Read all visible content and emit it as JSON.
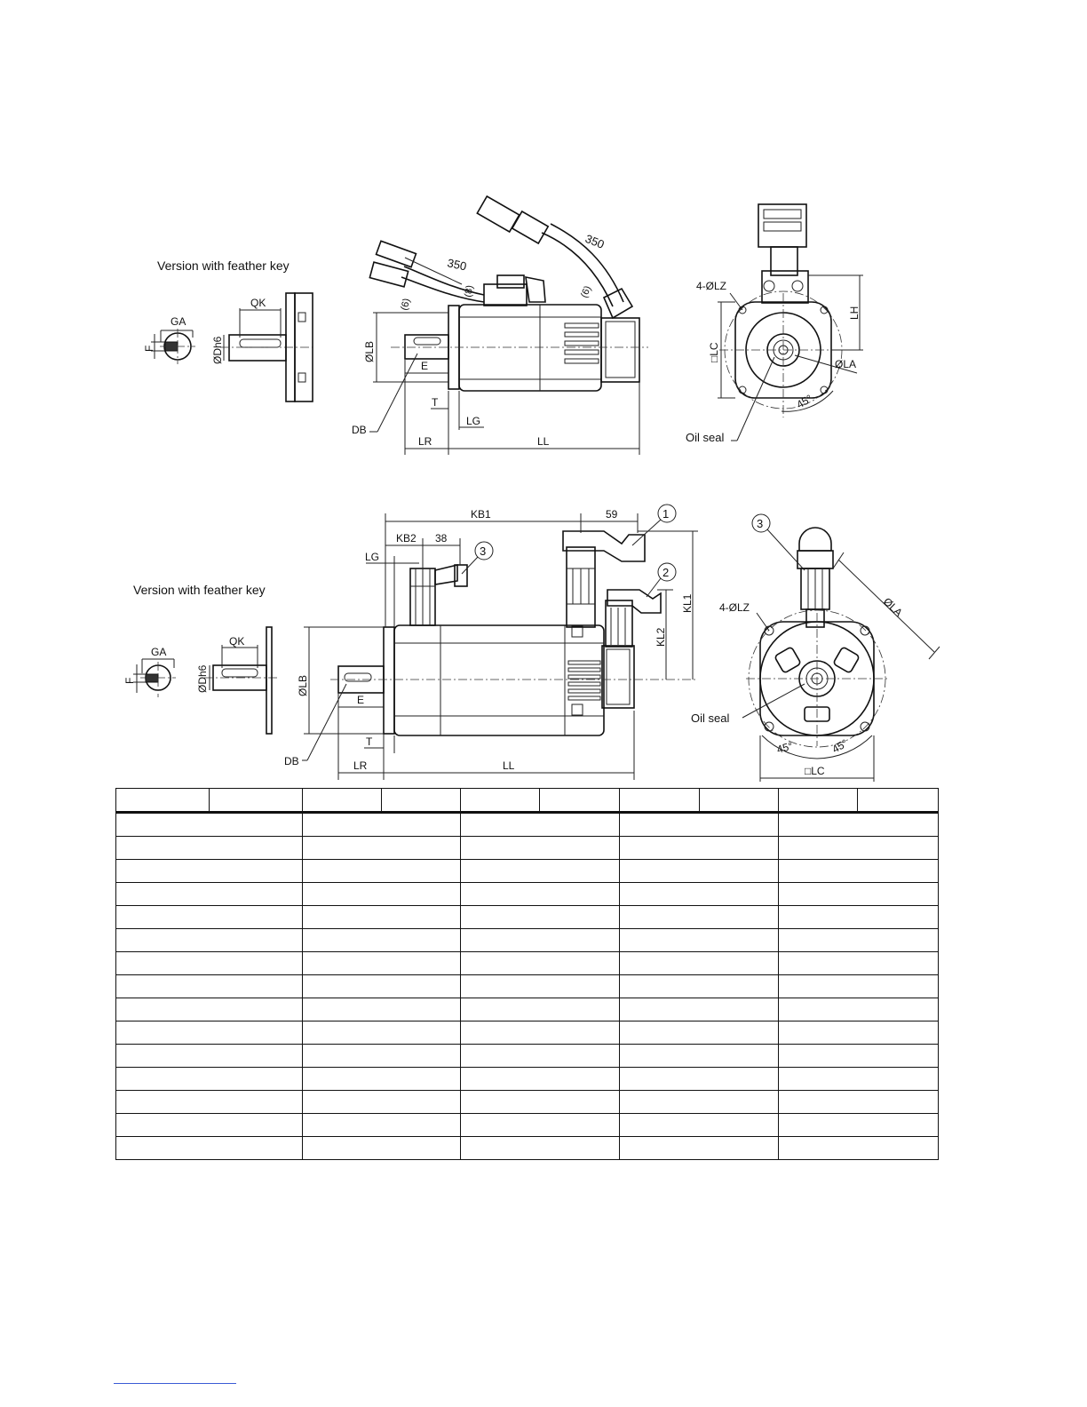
{
  "drawing_top": {
    "feather_key_caption": "Version with feather key",
    "labels": {
      "GA": "GA",
      "F": "F",
      "QK": "QK",
      "D": "ØDh6",
      "cable_len_1": "350",
      "cable_len_2": "350",
      "six_1": "(6)",
      "six_2": "(6)",
      "eight": "(8)",
      "LB": "ØLB",
      "E": "E",
      "T": "T",
      "LG": "LG",
      "DB": "DB",
      "LR": "LR",
      "LL": "LL",
      "LZ": "4-ØLZ",
      "LH": "LH",
      "LC": "□LC",
      "LA": "ØLA",
      "angle": "45°",
      "oil_seal": "Oil seal"
    }
  },
  "drawing_bottom": {
    "feather_key_caption": "Version with feather key",
    "labels": {
      "KB1": "KB1",
      "dim59": "59",
      "KB2": "KB2",
      "dim38": "38",
      "LG": "LG",
      "KL1": "KL1",
      "KL2": "KL2",
      "callout1": "1",
      "callout2": "2",
      "callout3a": "3",
      "callout3b": "3",
      "GA": "GA",
      "F": "F",
      "QK": "QK",
      "D": "ØDh6",
      "LB": "ØLB",
      "E": "E",
      "T": "T",
      "DB": "DB",
      "LR": "LR",
      "LL": "LL",
      "LZ": "4-ØLZ",
      "LA": "ØLA",
      "oil_seal": "Oil seal",
      "angle1": "45°",
      "angle2": "45°",
      "LC": "□LC"
    }
  }
}
